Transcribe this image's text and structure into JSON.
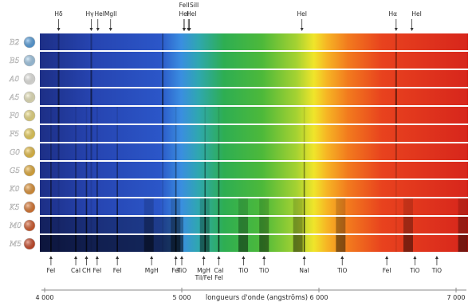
{
  "spectral_classes": [
    {
      "label": "B2",
      "dot_color": "#5aa6e8"
    },
    {
      "label": "B5",
      "dot_color": "#a9d3f2"
    },
    {
      "label": "A0",
      "dot_color": "#f2f2ee"
    },
    {
      "label": "A5",
      "dot_color": "#f4efc4"
    },
    {
      "label": "F0",
      "dot_color": "#f5e486"
    },
    {
      "label": "F5",
      "dot_color": "#f5d85a"
    },
    {
      "label": "G0",
      "dot_color": "#f3c746"
    },
    {
      "label": "G5",
      "dot_color": "#efb43a"
    },
    {
      "label": "K0",
      "dot_color": "#eb9a38"
    },
    {
      "label": "K5",
      "dot_color": "#e67c32"
    },
    {
      "label": "M0",
      "dot_color": "#dd5e2c"
    },
    {
      "label": "M5",
      "dot_color": "#d24a27"
    }
  ],
  "top_lines": [
    {
      "text": "Hδ",
      "w": 4102
    },
    {
      "text": "Hγ",
      "w": 4340
    },
    {
      "text": "HeI",
      "w": 4388
    },
    {
      "text": "MgII",
      "w": 4481
    },
    {
      "text": "FeII",
      "w": 5018
    },
    {
      "text": "HeI",
      "w": 5016
    },
    {
      "text": "SiII",
      "w": 5056
    },
    {
      "text": "HeI",
      "w": 5048
    },
    {
      "text": "HeI",
      "w": 5876
    },
    {
      "text": "Hα",
      "w": 6563
    },
    {
      "text": "HeI",
      "w": 6678
    }
  ],
  "bottom_lines": [
    {
      "text": "FeI",
      "w": 4046
    },
    {
      "text": "CaI",
      "w": 4227
    },
    {
      "text": "CH",
      "w": 4305
    },
    {
      "text": "FeI",
      "w": 4383
    },
    {
      "text": "FeI",
      "w": 4530
    },
    {
      "text": "MgH",
      "w": 4780
    },
    {
      "text": "FeI",
      "w": 4957
    },
    {
      "text": "TiO",
      "w": 5000
    },
    {
      "text": "MgH",
      "w": 5160
    },
    {
      "text": "TiI/FeI",
      "w": 5160
    },
    {
      "text": "CaI",
      "w": 5270
    },
    {
      "text": "FeI",
      "w": 5270
    },
    {
      "text": "TiO",
      "w": 5450
    },
    {
      "text": "TiO",
      "w": 5600
    },
    {
      "text": "NaI",
      "w": 5893
    },
    {
      "text": "TiO",
      "w": 6170
    },
    {
      "text": "FeI",
      "w": 6495
    },
    {
      "text": "TiO",
      "w": 6700
    },
    {
      "text": "TiO",
      "w": 6860
    }
  ],
  "axis": {
    "title": "longueurs d'onde (angströms)",
    "ticks": [
      {
        "label": "4 000",
        "w": 4000
      },
      {
        "label": "5 000",
        "w": 5000
      },
      {
        "label": "6 000",
        "w": 6000
      },
      {
        "label": "7 000",
        "w": 7000
      }
    ]
  }
}
